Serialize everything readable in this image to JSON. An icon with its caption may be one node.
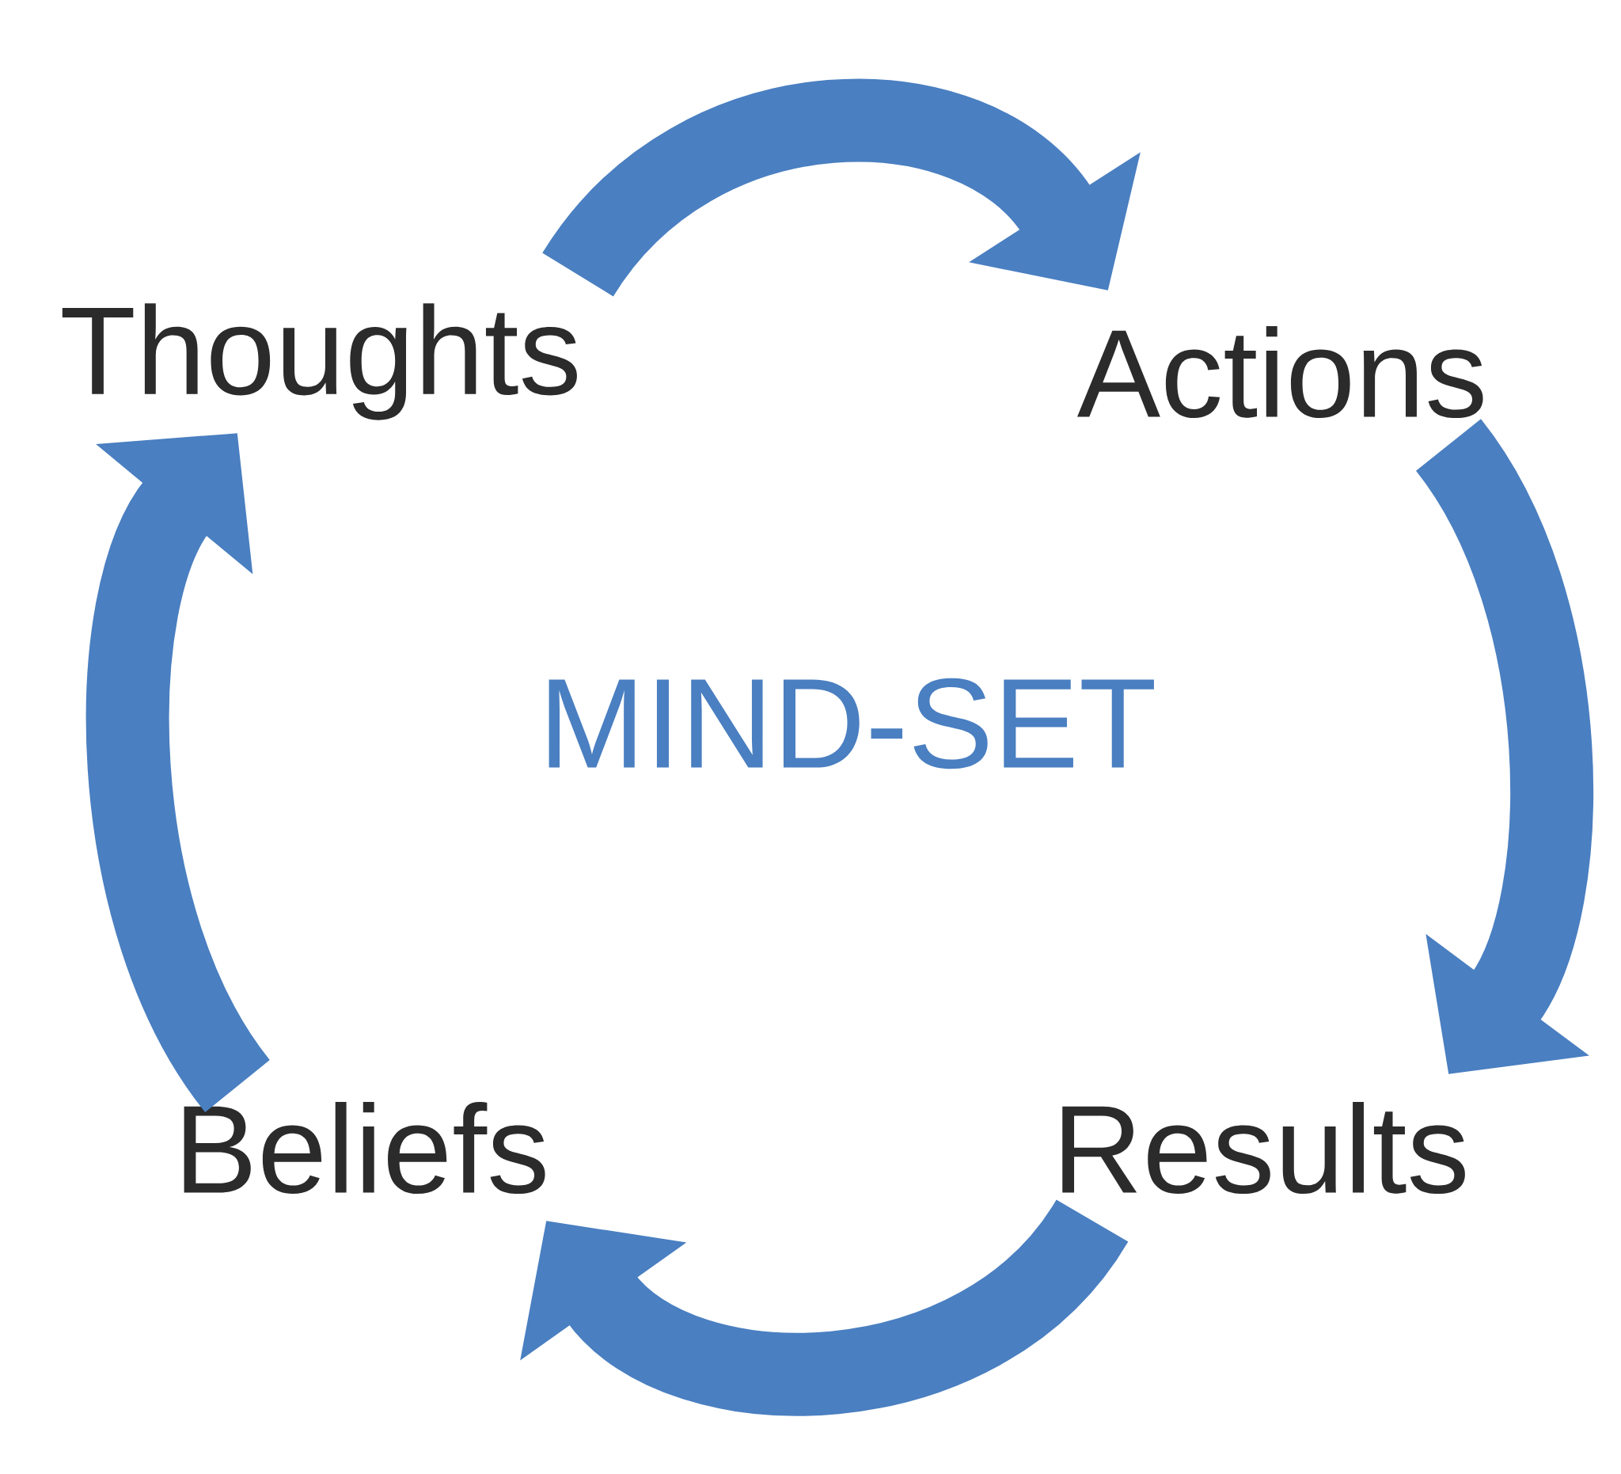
{
  "diagram": {
    "nodes": [
      {
        "text": [
          "Thoughts"
        ]
      },
      {
        "text": [
          "Actions"
        ]
      },
      {
        "text": [
          "Results"
        ]
      },
      {
        "text": [
          "Beliefs"
        ]
      }
    ],
    "edges": [
      {
        "from": 0,
        "to": 1,
        "arrow": "to"
      },
      {
        "from": 1,
        "to": 2,
        "arrow": "to"
      },
      {
        "from": 2,
        "to": 3,
        "arrow": "to"
      },
      {
        "from": 3,
        "to": 0,
        "arrow": "to"
      }
    ],
    "labels": [
      "MIND-SET"
    ]
  }
}
